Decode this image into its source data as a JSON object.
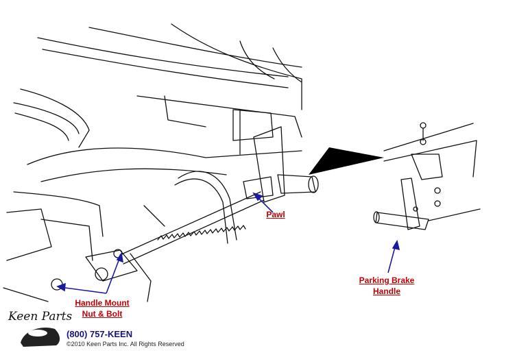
{
  "callouts": {
    "pawl": "Pawl",
    "parking_brake_line1": "Parking Brake",
    "parking_brake_line2": "Handle",
    "handle_mount_line1": "Handle Mount",
    "handle_mount_line2": "Nut & Bolt"
  },
  "footer": {
    "logo_text": "Keen Parts",
    "phone": "(800) 757-KEEN",
    "copyright": "©2010 Keen Parts Inc. All Rights Reserved"
  },
  "colors": {
    "label": "#c00000",
    "arrow": "#1a1aa0",
    "line": "#111111"
  }
}
